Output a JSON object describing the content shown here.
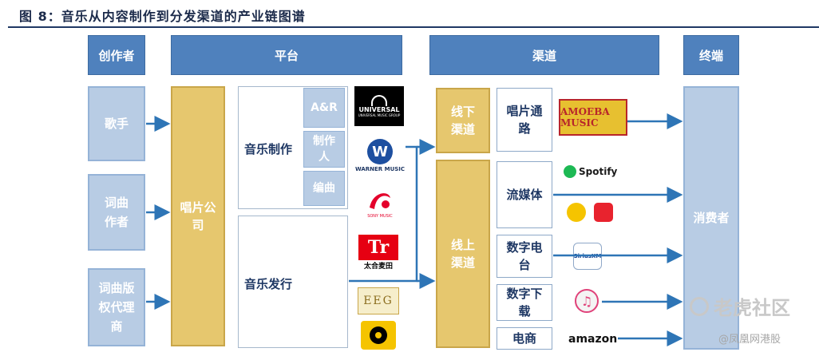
{
  "figure": {
    "title": "图 8：音乐从内容制作到分发渠道的产业链图谱"
  },
  "headers": {
    "creator": "创作者",
    "platform": "平台",
    "channel": "渠道",
    "terminal": "终端"
  },
  "creators": [
    "歌手",
    "词曲作者",
    "词曲版权代理商"
  ],
  "record_company": "唱片公司",
  "music_production": {
    "label": "音乐制作",
    "sub": [
      "A&R",
      "制作人",
      "编曲"
    ]
  },
  "music_distribution": "音乐发行",
  "labels": {
    "universal": {
      "name": "UNIVERSAL",
      "caption": "UNIVERSAL MUSIC GROUP"
    },
    "warner": {
      "name": "W",
      "caption": "WARNER MUSIC"
    },
    "sony": {
      "caption": "SONY MUSIC"
    },
    "taihe": {
      "name": "Tr",
      "caption": "太合麦田"
    },
    "eeg": {
      "name": "EEG"
    }
  },
  "channels": {
    "offline": "线下渠道",
    "online": "线上渠道",
    "items": [
      "唱片通路",
      "流媒体",
      "数字电台",
      "数字下载",
      "电商"
    ]
  },
  "channel_logos": {
    "amoeba": "AMOEBA MUSIC",
    "spotify": "Spotify",
    "sirius": "SiriusXM",
    "amazon": "amazon"
  },
  "consumer": "消费者",
  "watermarks": [
    "老虎社区",
    "@凤凰网港股"
  ],
  "colors": {
    "header_blue": "#4f81bd",
    "light_blue": "#b8cce4",
    "gold": "#e6c76e",
    "arrow": "#2e75b6"
  }
}
